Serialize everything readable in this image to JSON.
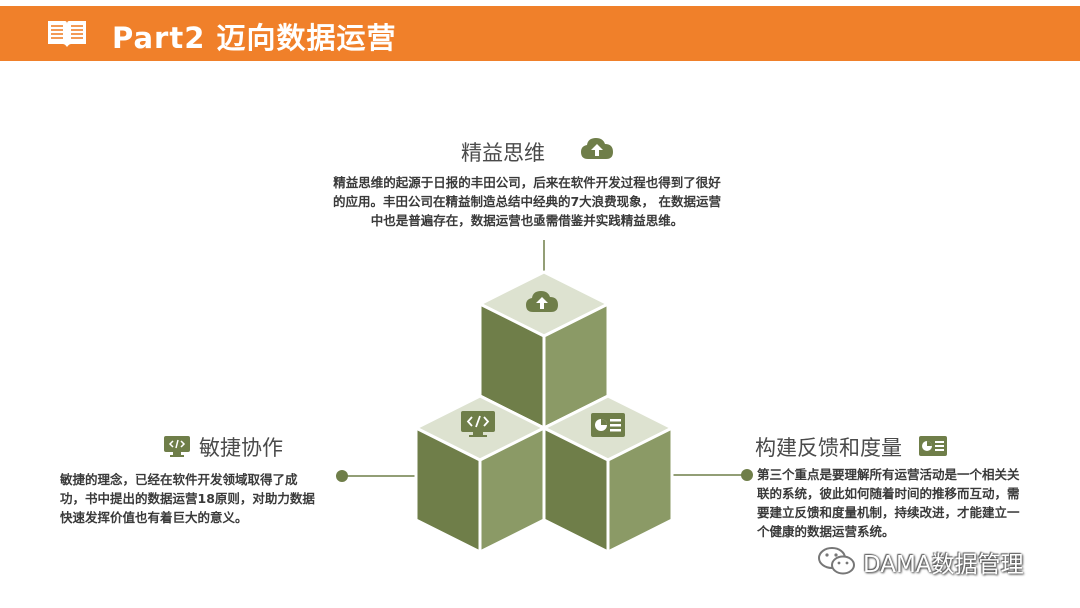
{
  "header": {
    "title": "Part2  迈向数据运营",
    "icon": "open-book-icon",
    "background": "#f0802a"
  },
  "colors": {
    "cube_front": "#6f7e49",
    "cube_side": "#8b9a66",
    "cube_top": "#dde2d0",
    "text": "#3a3a3a"
  },
  "lean": {
    "title": "精益思维",
    "icon": "cloud-upload-icon",
    "text": "精益思维的起源于日报的丰田公司，后来在软件开发过程也得到了很好的应用。丰田公司在精益制造总结中经典的7大浪费现象， 在数据运营中也是普遍存在，数据运营也亟需借鉴并实践精益思维。"
  },
  "agile": {
    "title": "敏捷协作",
    "icon": "code-monitor-icon",
    "text": "敏捷的理念，已经在软件开发领域取得了成功，书中提出的数据运营18原则，对助力数据快速发挥价值也有着巨大的意义。"
  },
  "feedback": {
    "title": "构建反馈和度量",
    "icon": "report-chart-icon",
    "text": "第三个重点是要理解所有运营活动是一个相关关联的系统，彼此如何随着时间的推移而互动，需要建立反馈和度量机制，持续改进，才能建立一个健康的数据运营系统。"
  },
  "watermark": {
    "text": "DAMA数据管理",
    "icon": "wechat-icon"
  }
}
